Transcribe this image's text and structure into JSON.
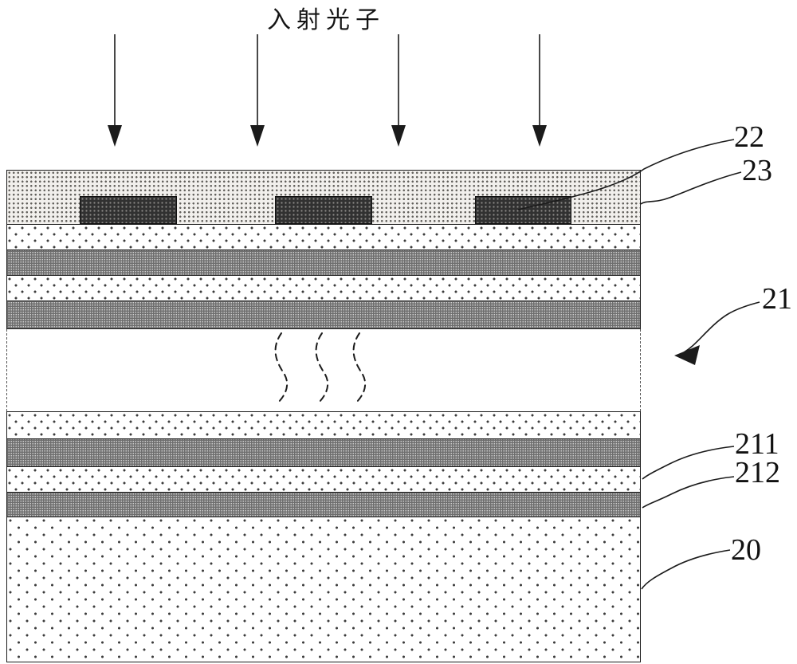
{
  "figure": {
    "title": "入射光子",
    "labels": {
      "ref22": "22",
      "ref23": "23",
      "ref21": "21",
      "ref211": "211",
      "ref212": "212",
      "ref20": "20"
    },
    "colors": {
      "line": "#1b1b1b",
      "window_layer_base": "#f1efec",
      "electrode_block": "#313131",
      "mirror_dark_layer_texture": "#6e6e6e",
      "dotted_layer_dot": "#3c3c3c"
    }
  }
}
